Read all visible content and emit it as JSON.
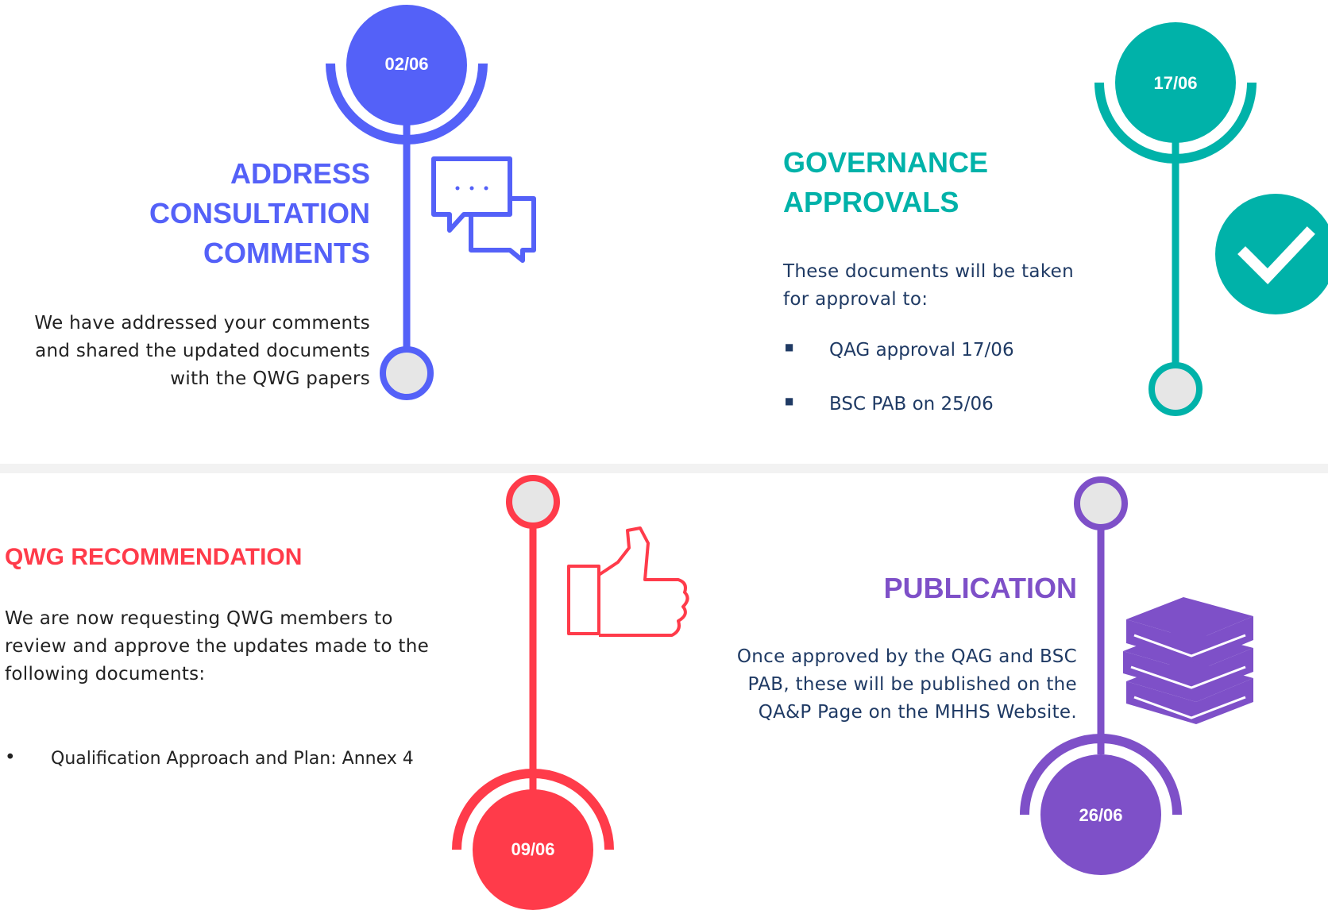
{
  "colors": {
    "blue": "#5461f8",
    "teal": "#00b2a9",
    "red": "#ff3b4a",
    "purple": "#7e50c8",
    "navy": "#1f3a64",
    "node_fill": "#e6e6e6"
  },
  "steps": {
    "address": {
      "date": "02/06",
      "title": [
        "ADDRESS",
        "CONSULTATION",
        "COMMENTS"
      ],
      "body": [
        "We have addressed your comments",
        "and shared the updated documents",
        "with the QWG papers"
      ],
      "icon": "chat-bubbles-icon"
    },
    "governance": {
      "date": "17/06",
      "title": [
        "GOVERNANCE",
        "APPROVALS"
      ],
      "body": [
        "These documents will be taken",
        "for approval to:"
      ],
      "bullets": [
        "QAG approval 17/06",
        "BSC PAB on 25/06"
      ],
      "icon": "checkmark-icon"
    },
    "qwg": {
      "date": "09/06",
      "title": "QWG RECOMMENDATION",
      "body": [
        "We are now requesting QWG members to",
        "review and approve the updates made to the",
        "following documents:"
      ],
      "bullets": [
        "Qualification Approach and Plan: Annex 4"
      ],
      "icon": "thumbs-up-icon"
    },
    "publication": {
      "date": "26/06",
      "title": "PUBLICATION",
      "body": [
        "Once approved by the QAG and BSC",
        "PAB, these will be published on the",
        "QA&P Page on the MHHS Website."
      ],
      "icon": "books-icon"
    }
  }
}
